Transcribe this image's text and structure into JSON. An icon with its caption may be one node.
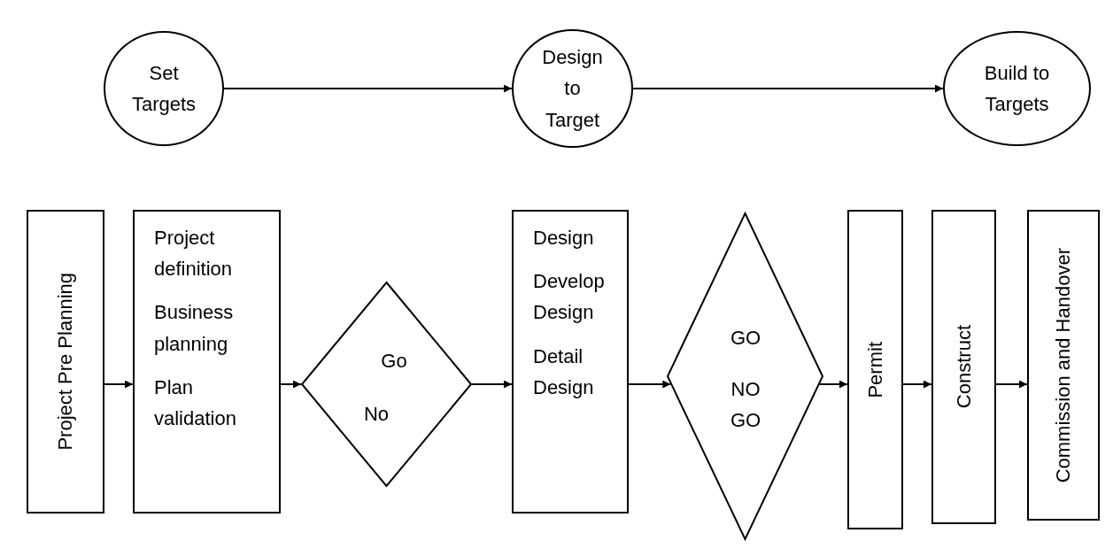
{
  "diagram": {
    "nodes": [
      {
        "text": [
          "Set Targets"
        ]
      },
      {
        "text": [
          "Design to Target"
        ]
      },
      {
        "text": [
          "Build to Targets"
        ]
      },
      {
        "text": [
          "Project Pre Planning"
        ]
      },
      {
        "text": [
          "Project definition",
          "Business planning",
          "Plan validation"
        ]
      },
      {
        "text": [
          "Go",
          "No"
        ]
      },
      {
        "text": [
          "Design",
          "Develop Design",
          "Detail Design"
        ]
      },
      {
        "text": [
          "GO",
          "NO GO"
        ]
      },
      {
        "text": [
          "Permit"
        ]
      },
      {
        "text": [
          "Construct"
        ]
      },
      {
        "text": [
          "Commission and Handover"
        ]
      }
    ],
    "edges": [
      {
        "from": 0,
        "to": 1,
        "arrow": "to"
      },
      {
        "from": 1,
        "to": 2,
        "arrow": "to"
      },
      {
        "from": 3,
        "to": 4,
        "arrow": "to"
      },
      {
        "from": 4,
        "to": 5,
        "arrow": "to"
      },
      {
        "from": 5,
        "to": 6,
        "arrow": "to"
      },
      {
        "from": 6,
        "to": 7,
        "arrow": "to"
      },
      {
        "from": 7,
        "to": 8,
        "arrow": "to"
      },
      {
        "from": 8,
        "to": 9,
        "arrow": "to"
      },
      {
        "from": 9,
        "to": 10,
        "arrow": "to"
      }
    ]
  }
}
